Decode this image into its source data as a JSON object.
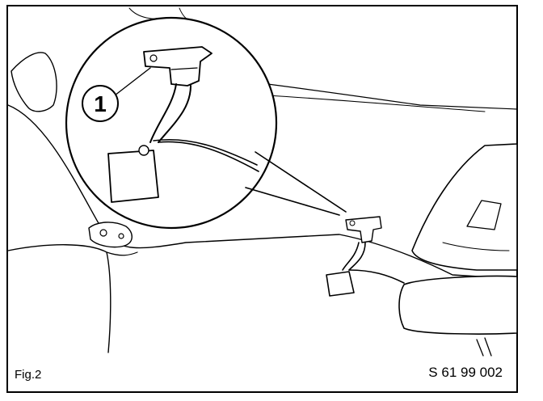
{
  "figure": {
    "callout_number": "1",
    "fig_label": "Fig.2",
    "ref_code": "S 61 99 002"
  },
  "colors": {
    "ink": "#000000",
    "paper": "#ffffff"
  }
}
